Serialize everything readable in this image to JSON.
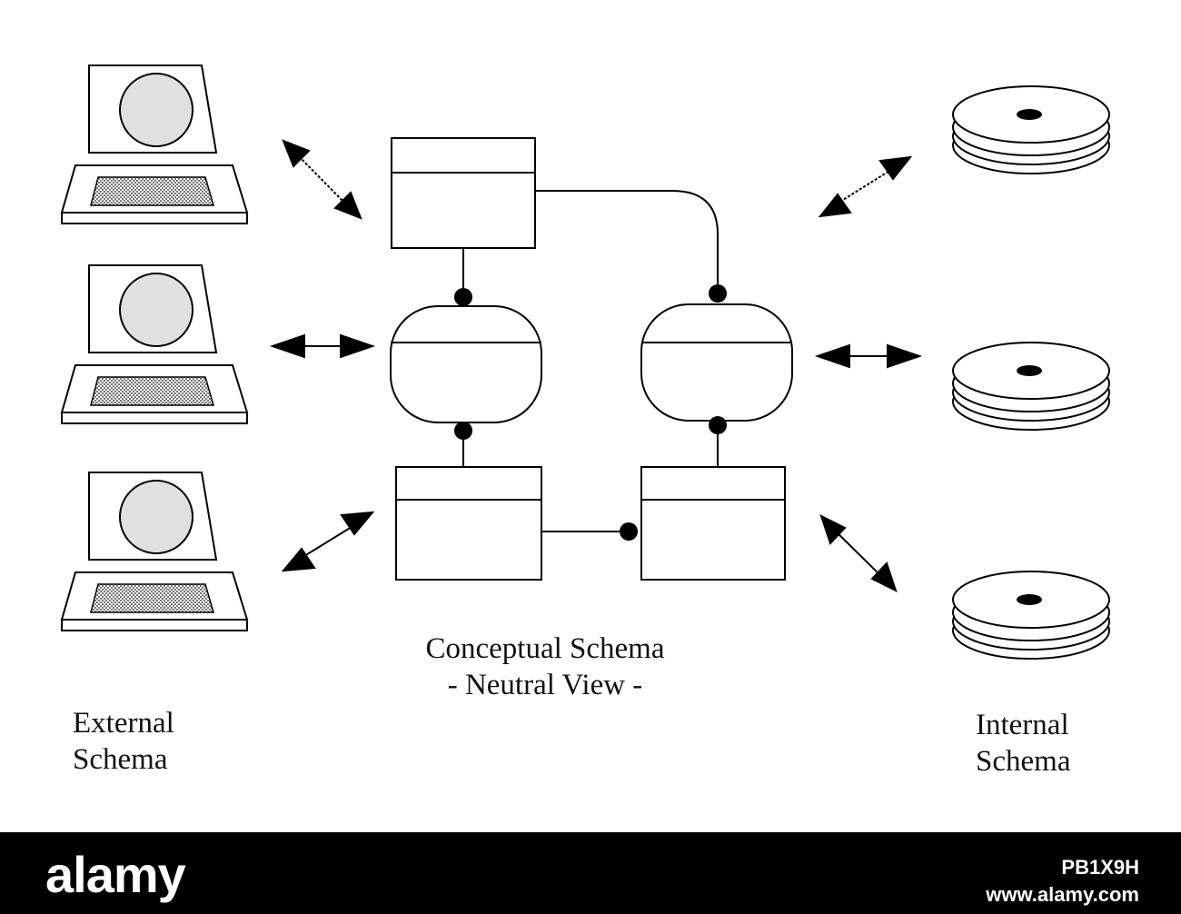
{
  "labels": {
    "external_schema": [
      "External",
      "Schema"
    ],
    "conceptual_schema": [
      "Conceptual Schema",
      "- Neutral View -"
    ],
    "internal_schema": [
      "Internal",
      "Schema"
    ]
  },
  "footer": {
    "logo": "alamy",
    "image_id": "PB1X9H",
    "site": "www.alamy.com"
  },
  "colors": {
    "line": "#000000",
    "screen_fill": "#e0e0e0",
    "keyboard_fill": "#c8c8c8",
    "footer_bg": "#000000",
    "footer_text": "#ffffff"
  }
}
